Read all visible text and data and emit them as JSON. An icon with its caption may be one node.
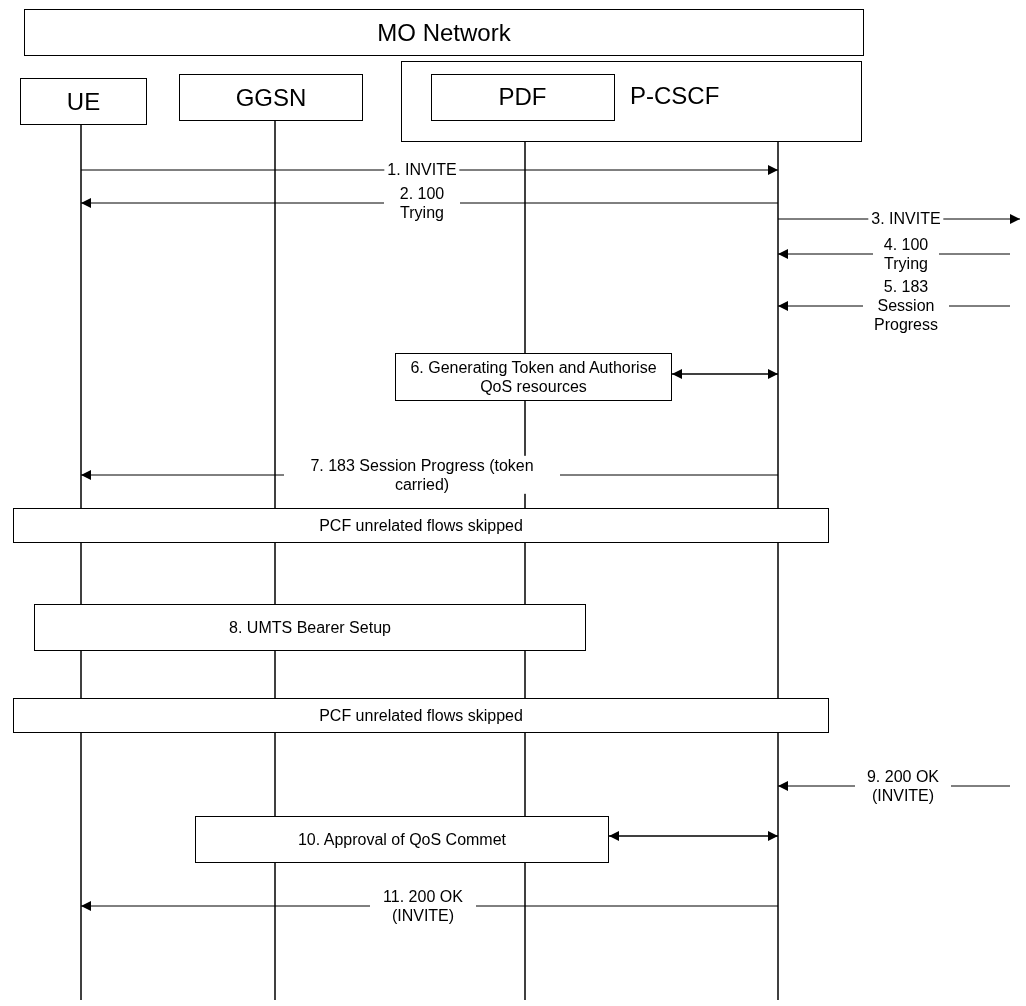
{
  "diagram": {
    "nodes": [
      {
        "text": [
          "MO Network"
        ]
      },
      {
        "text": [
          "UE"
        ]
      },
      {
        "text": [
          "GGSN"
        ]
      },
      {
        "text": [
          "P-CSCF"
        ]
      },
      {
        "text": [
          "PDF"
        ],
        "in": 3
      },
      {
        "text": [
          "6. Generating Token and Authorise QoS resources"
        ]
      },
      {
        "text": [
          "PCF unrelated flows skipped"
        ]
      },
      {
        "text": [
          "8. UMTS Bearer Setup"
        ]
      },
      {
        "text": [
          "PCF unrelated flows skipped"
        ]
      },
      {
        "text": [
          "10. Approval of QoS Commet"
        ]
      },
      {
        "text": [],
        "shape": "line"
      },
      {
        "text": [],
        "shape": "line"
      }
    ],
    "edges": [
      {
        "from": 10,
        "to": 11,
        "arrow": "to",
        "label": "1. INVITE"
      },
      {
        "from": 11,
        "to": 10,
        "arrow": "to",
        "label": "2. 100 Trying"
      },
      {
        "from": 11,
        "to": null,
        "arrow": "to",
        "label": "3. INVITE"
      },
      {
        "from": null,
        "to": 11,
        "arrow": "to",
        "label": "4. 100 Trying"
      },
      {
        "from": null,
        "to": 11,
        "arrow": "to",
        "label": "5. 183 Session Progress"
      },
      {
        "from": 5,
        "to": 11,
        "arrow": "both"
      },
      {
        "from": 11,
        "to": 10,
        "arrow": "to",
        "label": "7. 183 Session Progress (token carried)"
      },
      {
        "from": null,
        "to": 11,
        "arrow": "to",
        "label": "9. 200 OK (INVITE)"
      },
      {
        "from": 9,
        "to": 11,
        "arrow": "both"
      },
      {
        "from": 11,
        "to": 10,
        "arrow": "to",
        "label": "11. 200 OK (INVITE)"
      }
    ]
  }
}
